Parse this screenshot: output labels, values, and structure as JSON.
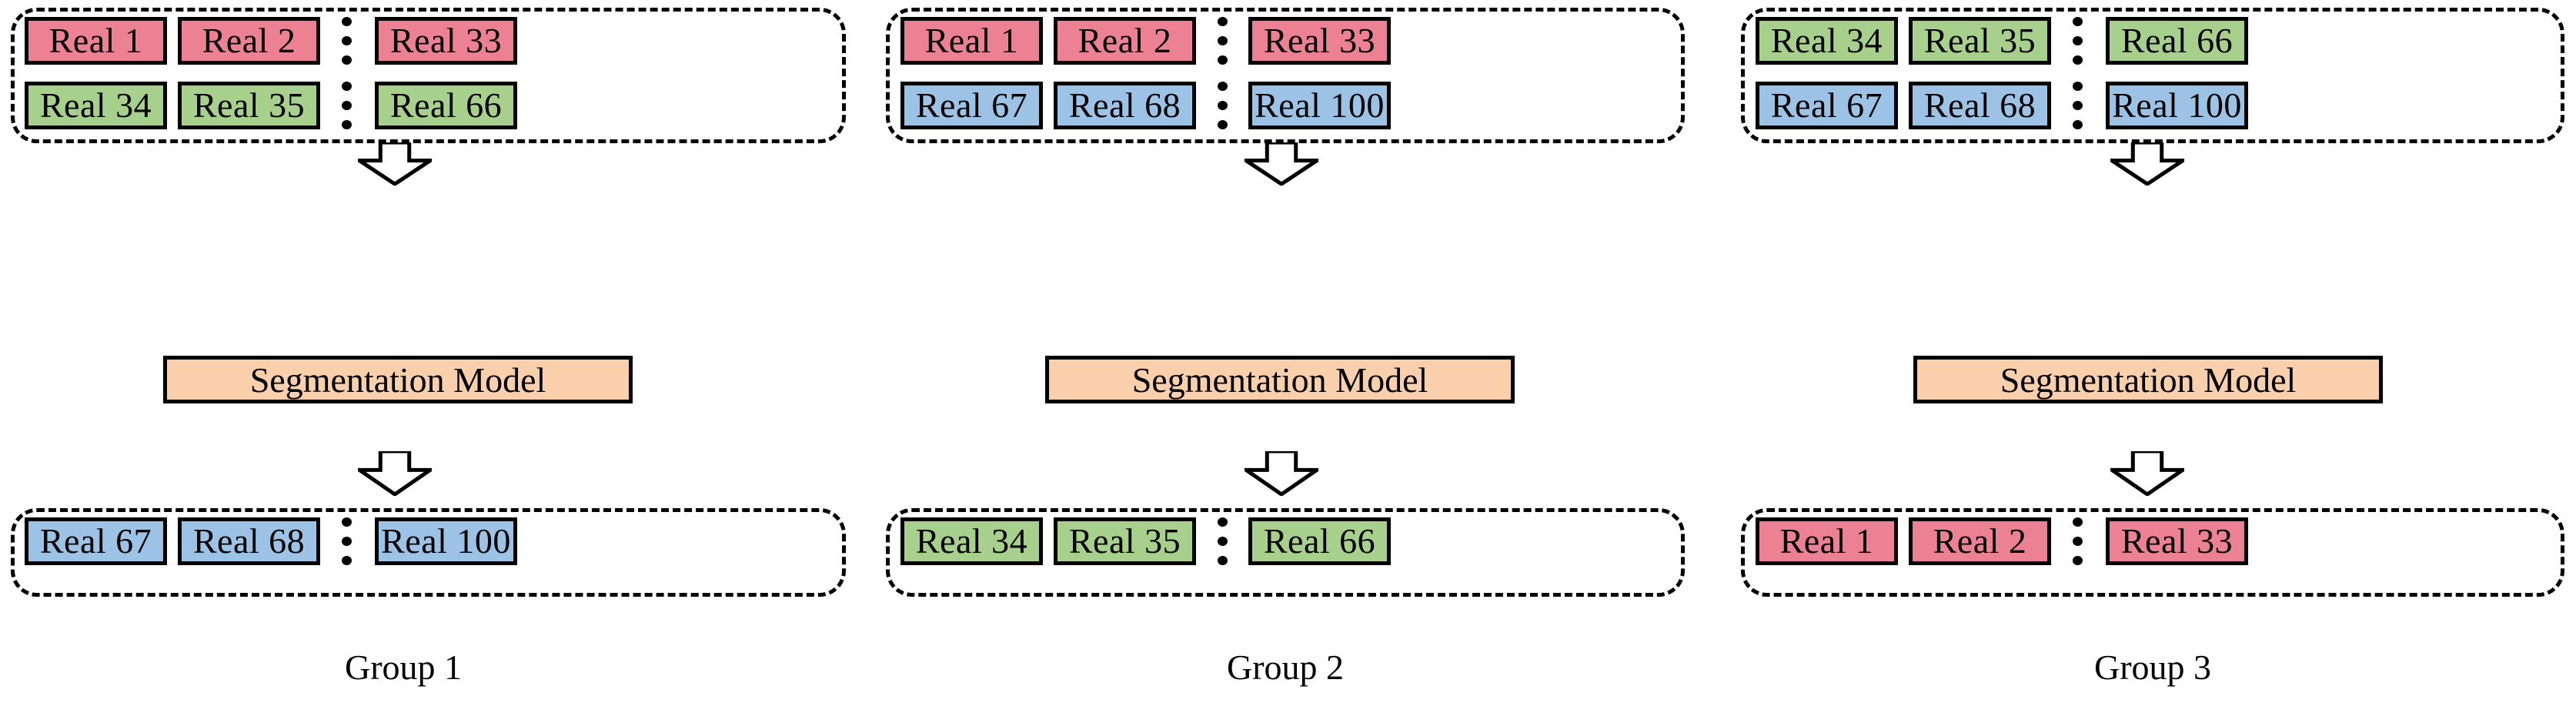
{
  "figure": {
    "title": "Three-group cross-validation data split with segmentation model",
    "colors": {
      "pink": "#ED8194",
      "green": "#A7D08C",
      "blue": "#9CC3E5",
      "orange": "#F9CFAC",
      "outline": "#000000",
      "background": "#FFFFFF"
    },
    "ellipsis_glyph": "vertical-three-dots"
  },
  "groups": [
    {
      "caption": "Group 1",
      "train": {
        "rows": [
          {
            "color": "pink",
            "tiles": [
              "Real 1",
              "Real 2",
              "Real 33"
            ]
          },
          {
            "color": "green",
            "tiles": [
              "Real 34",
              "Real 35",
              "Real 66"
            ]
          }
        ]
      },
      "model": {
        "label": "Segmentation Model"
      },
      "test": {
        "rows": [
          {
            "color": "blue",
            "tiles": [
              "Real 67",
              "Real 68",
              "Real 100"
            ]
          }
        ]
      }
    },
    {
      "caption": "Group 2",
      "train": {
        "rows": [
          {
            "color": "pink",
            "tiles": [
              "Real 1",
              "Real 2",
              "Real 33"
            ]
          },
          {
            "color": "blue",
            "tiles": [
              "Real 67",
              "Real 68",
              "Real 100"
            ]
          }
        ]
      },
      "model": {
        "label": "Segmentation Model"
      },
      "test": {
        "rows": [
          {
            "color": "green",
            "tiles": [
              "Real 34",
              "Real 35",
              "Real 66"
            ]
          }
        ]
      }
    },
    {
      "caption": "Group 3",
      "train": {
        "rows": [
          {
            "color": "green",
            "tiles": [
              "Real 34",
              "Real 35",
              "Real 66"
            ]
          },
          {
            "color": "blue",
            "tiles": [
              "Real 67",
              "Real 68",
              "Real 100"
            ]
          }
        ]
      },
      "model": {
        "label": "Segmentation Model"
      },
      "test": {
        "rows": [
          {
            "color": "pink",
            "tiles": [
              "Real 1",
              "Real 2",
              "Real 33"
            ]
          }
        ]
      }
    }
  ]
}
